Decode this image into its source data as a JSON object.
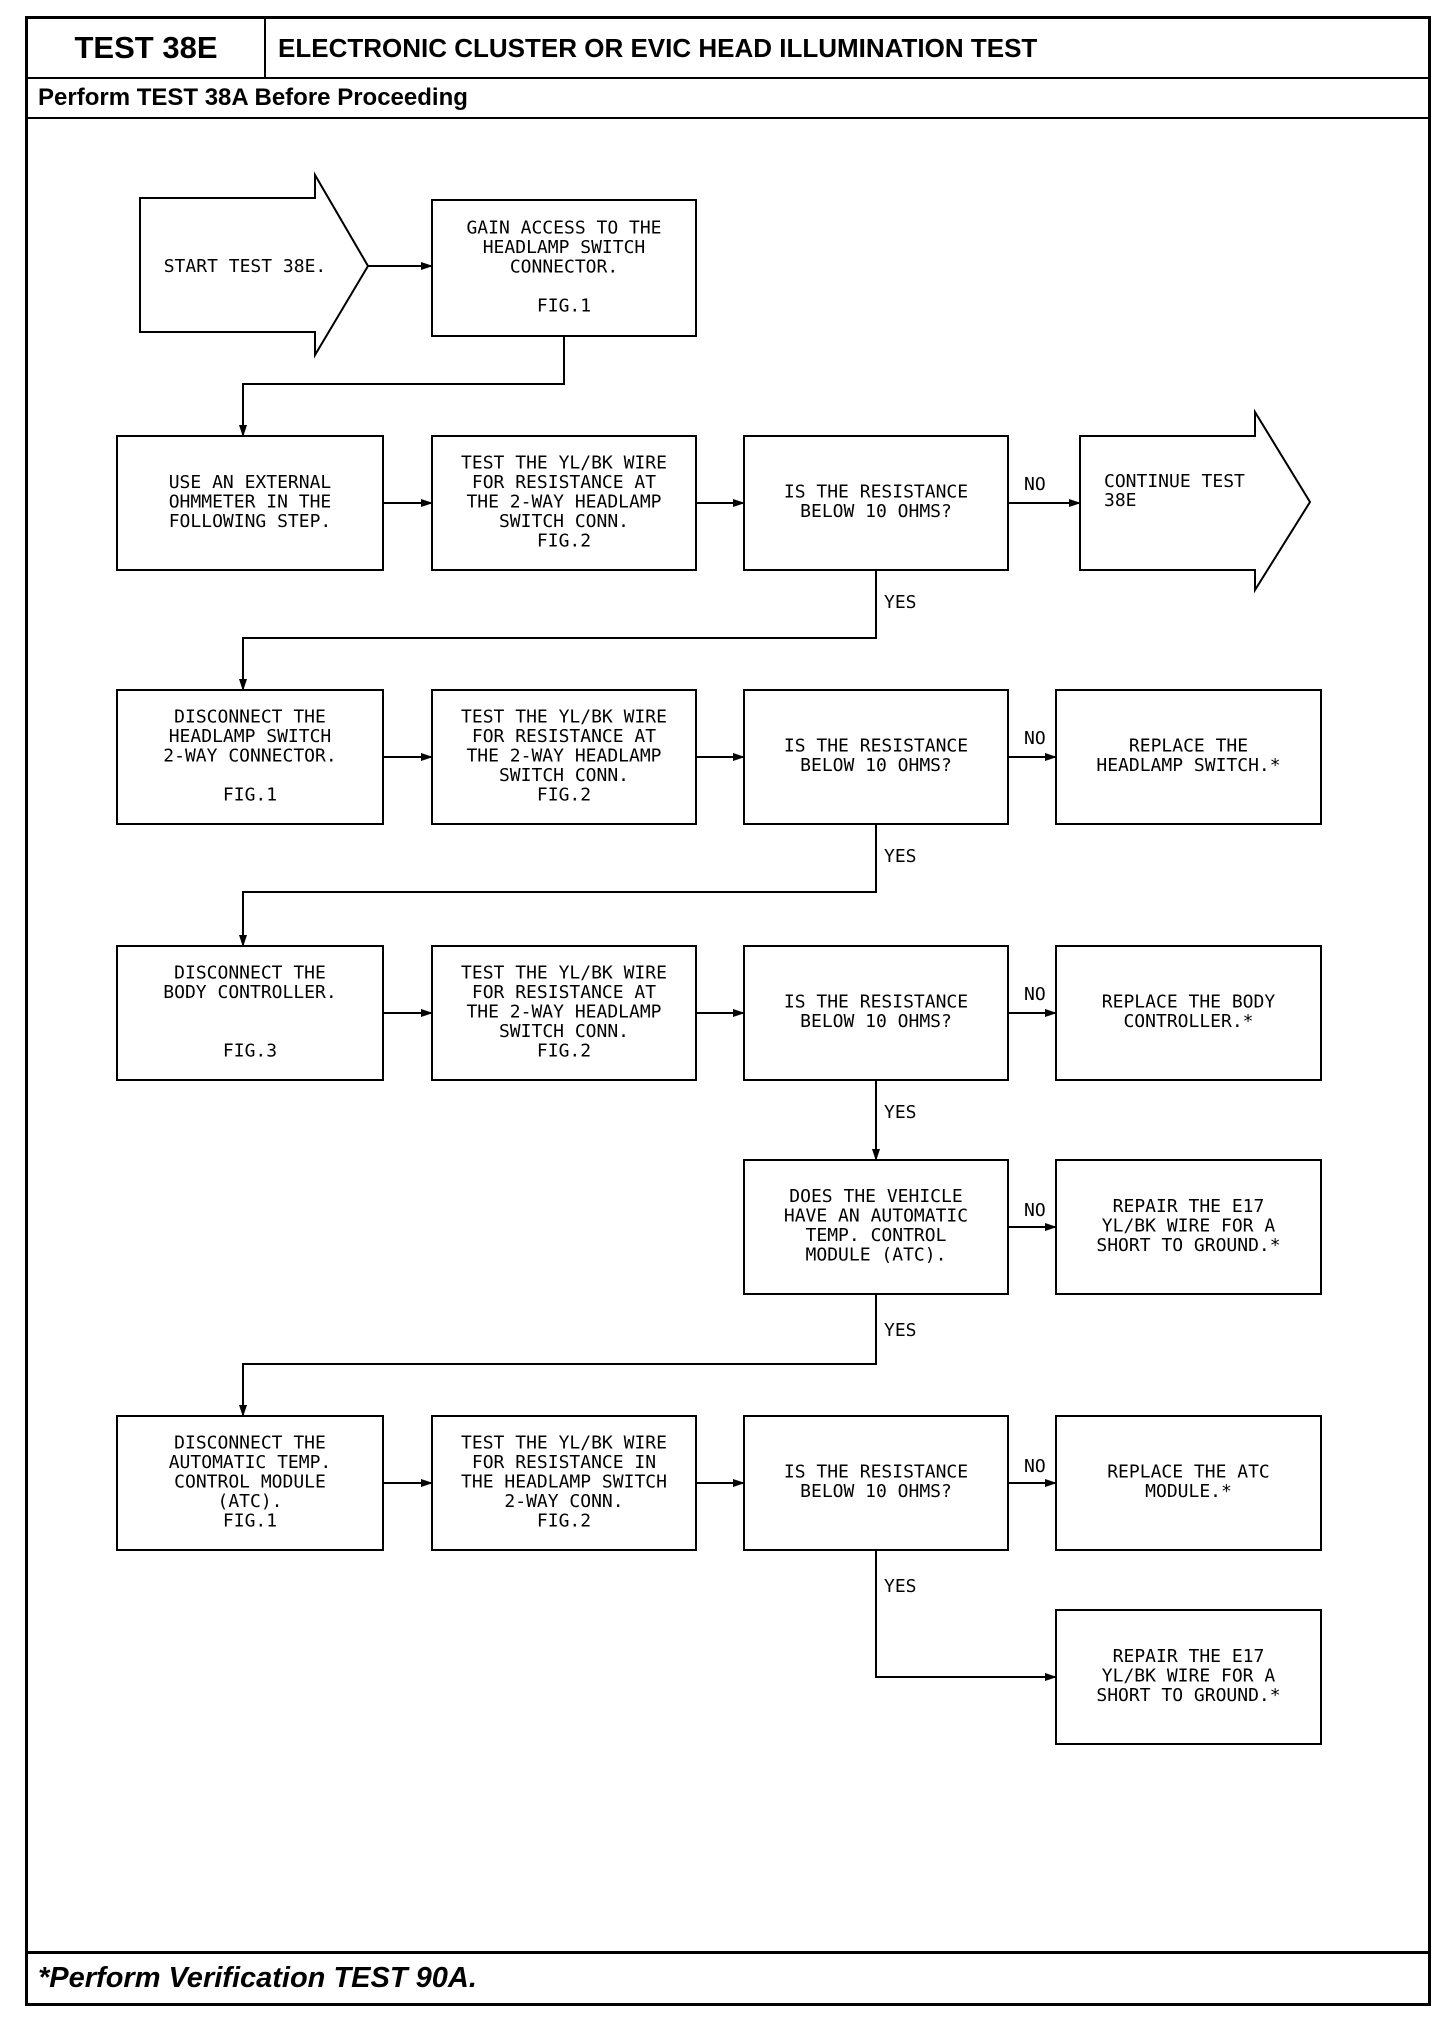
{
  "header": {
    "test_id": "TEST 38E",
    "title": "ELECTRONIC CLUSTER OR EVIC HEAD ILLUMINATION TEST",
    "prerequisite": "Perform TEST 38A Before Proceeding"
  },
  "footer": {
    "note": "*Perform Verification TEST 90A."
  },
  "flow": {
    "start": [
      "START TEST 38E."
    ],
    "access": [
      "GAIN ACCESS TO THE",
      "HEADLAMP SWITCH",
      "CONNECTOR.",
      "",
      "FIG.1"
    ],
    "ohmmeter": [
      "USE AN EXTERNAL",
      "OHMMETER IN THE",
      "FOLLOWING STEP."
    ],
    "test1": [
      "TEST THE YL/BK WIRE",
      "FOR RESISTANCE AT",
      "THE 2-WAY HEADLAMP",
      "SWITCH CONN.",
      "FIG.2"
    ],
    "q1": [
      "IS THE RESISTANCE",
      "BELOW 10 OHMS?"
    ],
    "continue": [
      "CONTINUE TEST",
      "38E"
    ],
    "disc_switch": [
      "DISCONNECT THE",
      "HEADLAMP SWITCH",
      "2-WAY CONNECTOR.",
      "",
      "FIG.1"
    ],
    "test2": [
      "TEST THE YL/BK WIRE",
      "FOR RESISTANCE AT",
      "THE 2-WAY HEADLAMP",
      "SWITCH CONN.",
      "FIG.2"
    ],
    "q2": [
      "IS THE RESISTANCE",
      "BELOW 10 OHMS?"
    ],
    "replace_switch": [
      "REPLACE THE",
      "HEADLAMP SWITCH.*"
    ],
    "disc_body": [
      "DISCONNECT THE",
      "BODY CONTROLLER.",
      "",
      "",
      "FIG.3"
    ],
    "test3": [
      "TEST THE YL/BK WIRE",
      "FOR RESISTANCE AT",
      "THE 2-WAY HEADLAMP",
      "SWITCH CONN.",
      "FIG.2"
    ],
    "q3": [
      "IS THE RESISTANCE",
      "BELOW 10 OHMS?"
    ],
    "replace_body": [
      "REPLACE THE BODY",
      "CONTROLLER.*"
    ],
    "q_atc": [
      "DOES THE VEHICLE",
      "HAVE AN AUTOMATIC",
      "TEMP. CONTROL",
      "MODULE (ATC)."
    ],
    "repair1": [
      "REPAIR THE E17",
      "YL/BK WIRE FOR A",
      "SHORT TO GROUND.*"
    ],
    "disc_atc": [
      "DISCONNECT THE",
      "AUTOMATIC TEMP.",
      "CONTROL MODULE",
      "(ATC).",
      "FIG.1"
    ],
    "test4": [
      "TEST THE YL/BK WIRE",
      "FOR RESISTANCE IN",
      "THE HEADLAMP SWITCH",
      "2-WAY CONN.",
      "FIG.2"
    ],
    "q4": [
      "IS THE RESISTANCE",
      "BELOW 10 OHMS?"
    ],
    "replace_atc": [
      "REPLACE THE ATC",
      "MODULE.*"
    ],
    "repair2": [
      "REPAIR THE E17",
      "YL/BK WIRE FOR A",
      "SHORT TO GROUND.*"
    ]
  },
  "labels": {
    "no": "NO",
    "yes": "YES"
  }
}
